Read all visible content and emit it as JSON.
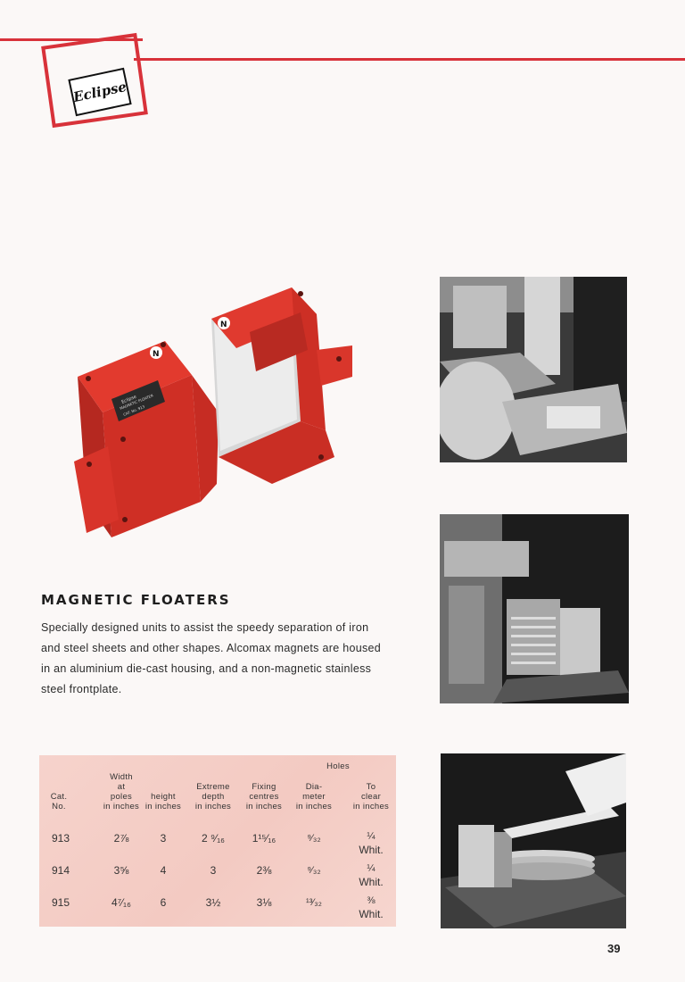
{
  "brand": {
    "logo_text": "Eclipse",
    "accent_color": "#d8323a"
  },
  "product": {
    "pole_mark": "N",
    "nameplate_lines": [
      "Eclipse",
      "MAGNETIC FLOATER",
      "CAT. No. 913"
    ]
  },
  "article": {
    "heading": "MAGNETIC FLOATERS",
    "paragraph_lines": [
      "Specially designed units to assist the speedy separation of iron",
      "and steel sheets and other shapes. Alcomax magnets are housed",
      "in an aluminium die-cast housing, and a non-magnetic stainless",
      "steel frontplate."
    ]
  },
  "spec_table": {
    "group_header": "Holes",
    "columns": [
      {
        "lines": [
          "Cat.",
          "No."
        ]
      },
      {
        "lines": [
          "Width",
          "at",
          "poles",
          "in inches"
        ]
      },
      {
        "lines": [
          "height",
          "in inches"
        ]
      },
      {
        "lines": [
          "Extreme",
          "depth",
          "in inches"
        ]
      },
      {
        "lines": [
          "Fixing",
          "centres",
          "in inches"
        ]
      },
      {
        "lines": [
          "Dia-",
          "meter",
          "in inches"
        ]
      },
      {
        "lines": [
          "To",
          "clear",
          "in inches"
        ]
      }
    ],
    "rows": [
      {
        "cat": "913",
        "width": "2⅞",
        "height": "3",
        "depth": "2 ⁹⁄₁₆",
        "centres": "1¹⁵⁄₁₆",
        "diameter": "⁹⁄₃₂",
        "clear": "¼",
        "clear_note": "Whit."
      },
      {
        "cat": "914",
        "width": "3⅝",
        "height": "4",
        "depth": "3",
        "centres": "2⅜",
        "diameter": "⁹⁄₃₂",
        "clear": "¼",
        "clear_note": "Whit."
      },
      {
        "cat": "915",
        "width": "4⁷⁄₁₆",
        "height": "6",
        "depth": "3½",
        "centres": "3⅛",
        "diameter": "¹³⁄₃₂",
        "clear": "⅜",
        "clear_note": "Whit."
      }
    ]
  },
  "page_number": "39"
}
